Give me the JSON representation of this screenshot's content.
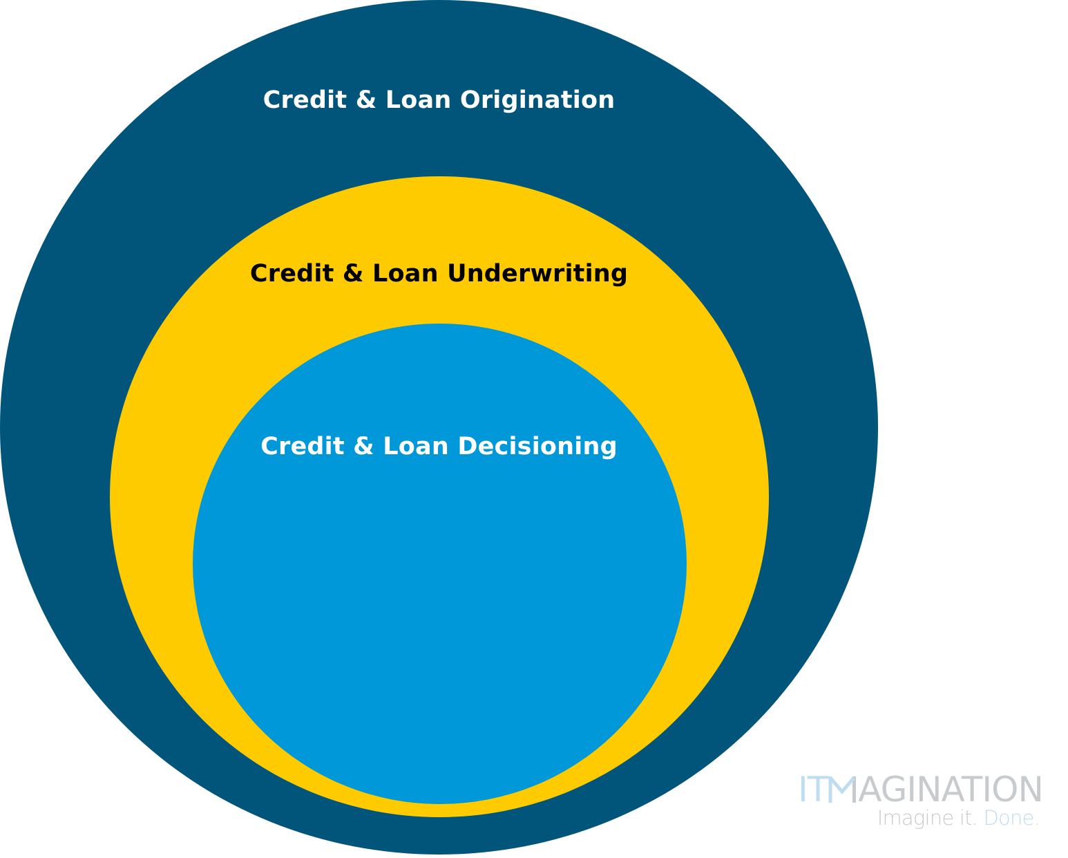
{
  "diagram": {
    "type": "nested-ellipses",
    "layers": [
      {
        "id": "outer",
        "label": "Credit & Loan Origination",
        "fill": "#02557A",
        "text_color": "#FFFFFF"
      },
      {
        "id": "middle",
        "label": "Credit & Loan Underwriting",
        "fill": "#FECB00",
        "text_color": "#000000"
      },
      {
        "id": "inner",
        "label": "Credit & Loan Decisioning",
        "fill": "#0198DA",
        "text_color": "#FFFFFF"
      }
    ]
  },
  "logo": {
    "prefix": "IT",
    "rest": "AGINATION",
    "tagline_main": "Imagine it.",
    "tagline_accent": "Done.",
    "accent_color": "#BFDDF0",
    "gray_color": "#C8CBCE"
  }
}
